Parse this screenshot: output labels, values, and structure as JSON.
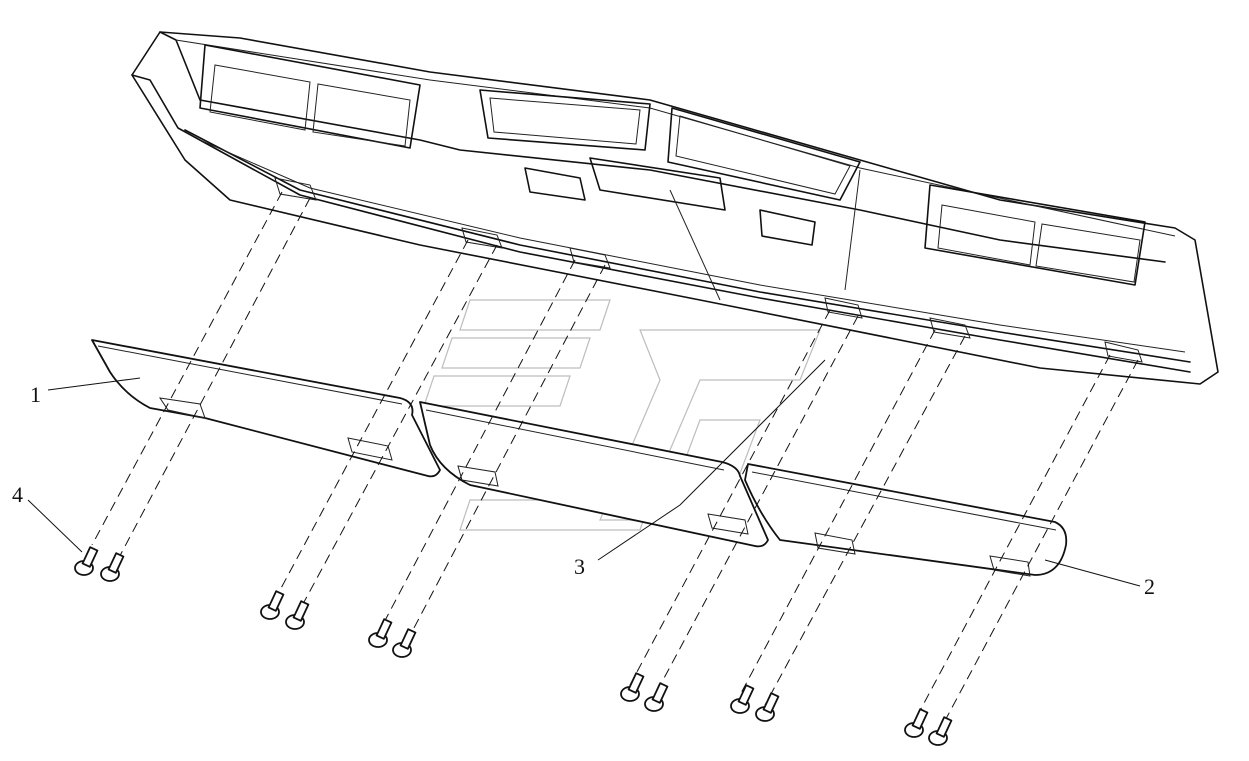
{
  "diagram": {
    "callouts": [
      {
        "id": "1",
        "label": "1"
      },
      {
        "id": "2",
        "label": "2"
      },
      {
        "id": "3",
        "label": "3"
      },
      {
        "id": "4",
        "label": "4"
      }
    ],
    "parts": [
      "overhead-console",
      "cover-panel-left",
      "cover-panel-middle",
      "cover-panel-right",
      "screws"
    ]
  }
}
